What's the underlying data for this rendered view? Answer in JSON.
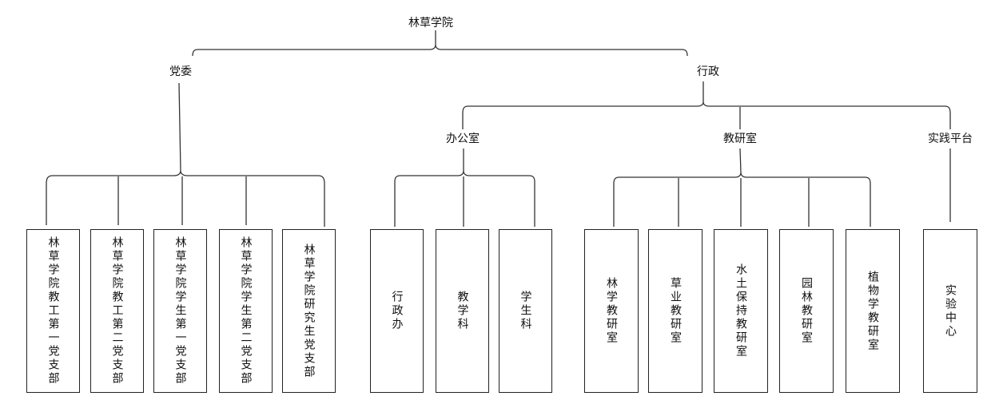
{
  "root": "林草学院",
  "branches": {
    "party": "党委",
    "admin": "行政"
  },
  "admin_groups": {
    "office": "办公室",
    "teaching": "教研室",
    "practice": "实践平台"
  },
  "party_leaves": [
    "林草学院教工第一党支部",
    "林草学院教工第二党支部",
    "林草学院学生第一党支部",
    "林草学院学生第二党支部",
    "林草学院研究生党支部"
  ],
  "office_leaves": [
    "行政办",
    "教学科",
    "学生科"
  ],
  "teaching_leaves": [
    "林学教研室",
    "草业教研室",
    "水土保持教研室",
    "园林教研室",
    "植物学教研室"
  ],
  "practice_leaves": [
    "实验中心"
  ]
}
